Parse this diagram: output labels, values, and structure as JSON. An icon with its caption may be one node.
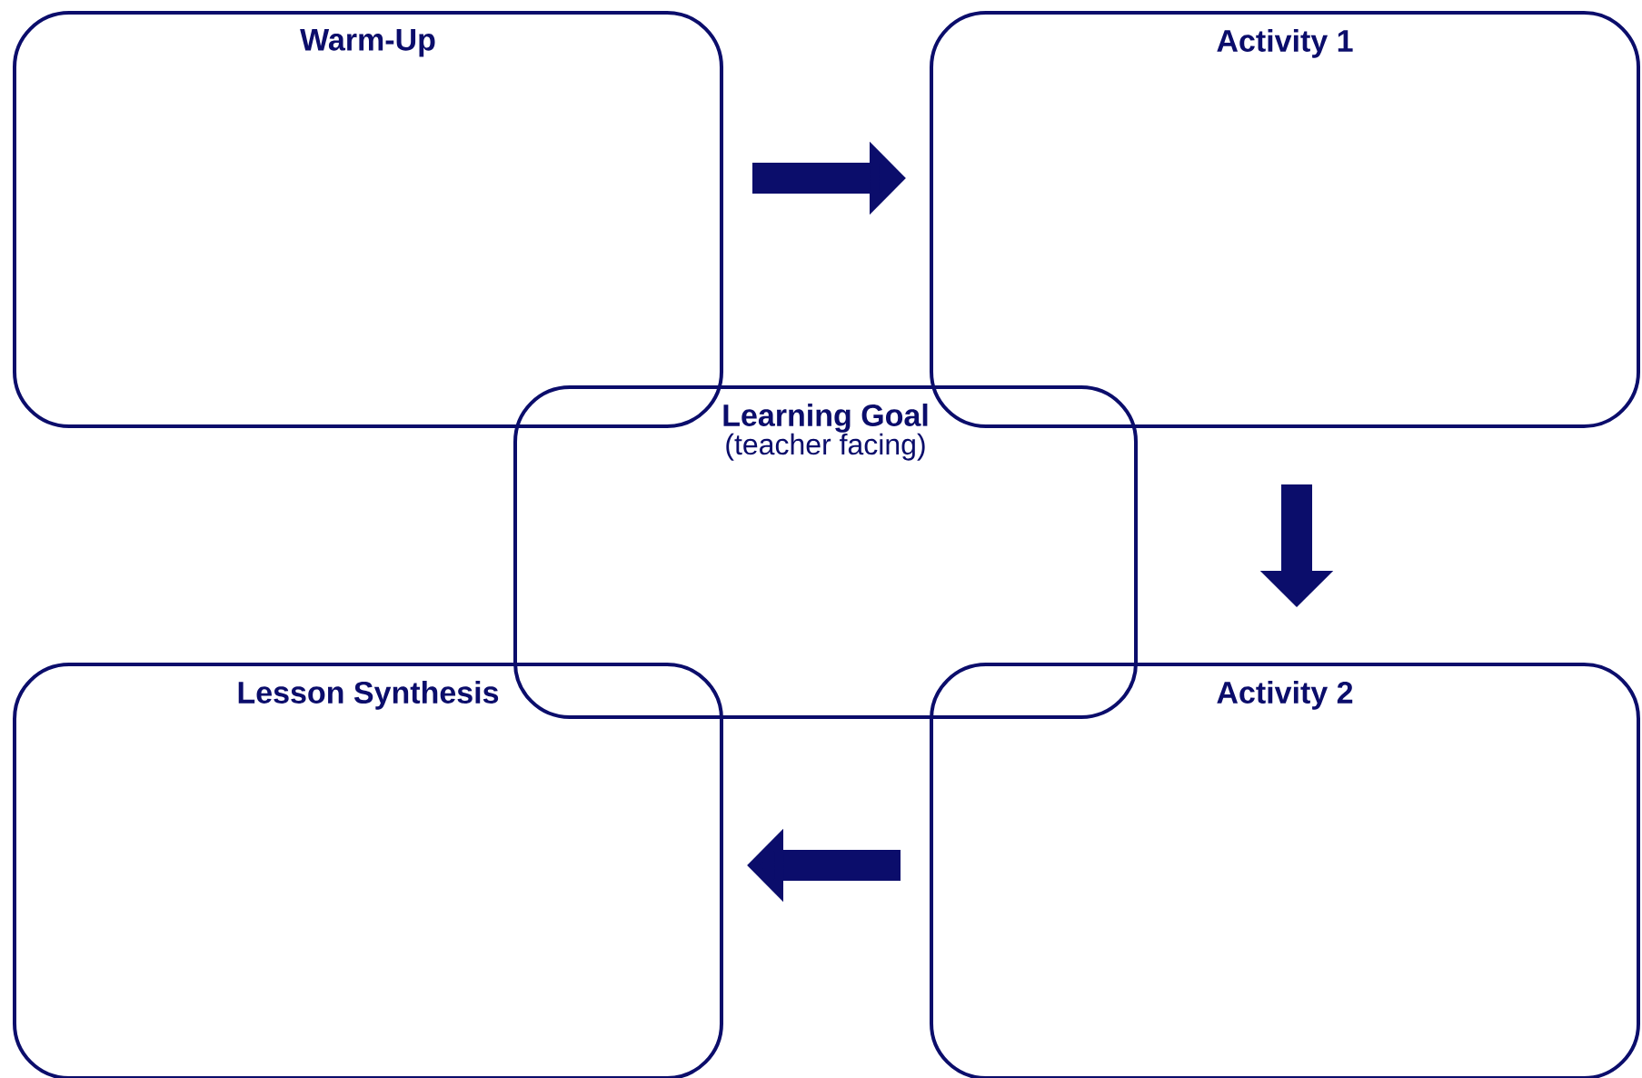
{
  "diagram": {
    "nodes": [
      {
        "text": [
          "Warm-Up"
        ]
      },
      {
        "text": [
          "Activity 1"
        ]
      },
      {
        "text": [
          "Learning Goal",
          "(teacher facing)"
        ]
      },
      {
        "text": [
          "Lesson Synthesis"
        ]
      },
      {
        "text": [
          "Activity 2"
        ]
      }
    ],
    "edges": [
      {
        "from": 0,
        "to": 1,
        "arrow": "to"
      },
      {
        "from": 1,
        "to": 4,
        "arrow": "to"
      },
      {
        "from": 4,
        "to": 3,
        "arrow": "to"
      }
    ]
  }
}
